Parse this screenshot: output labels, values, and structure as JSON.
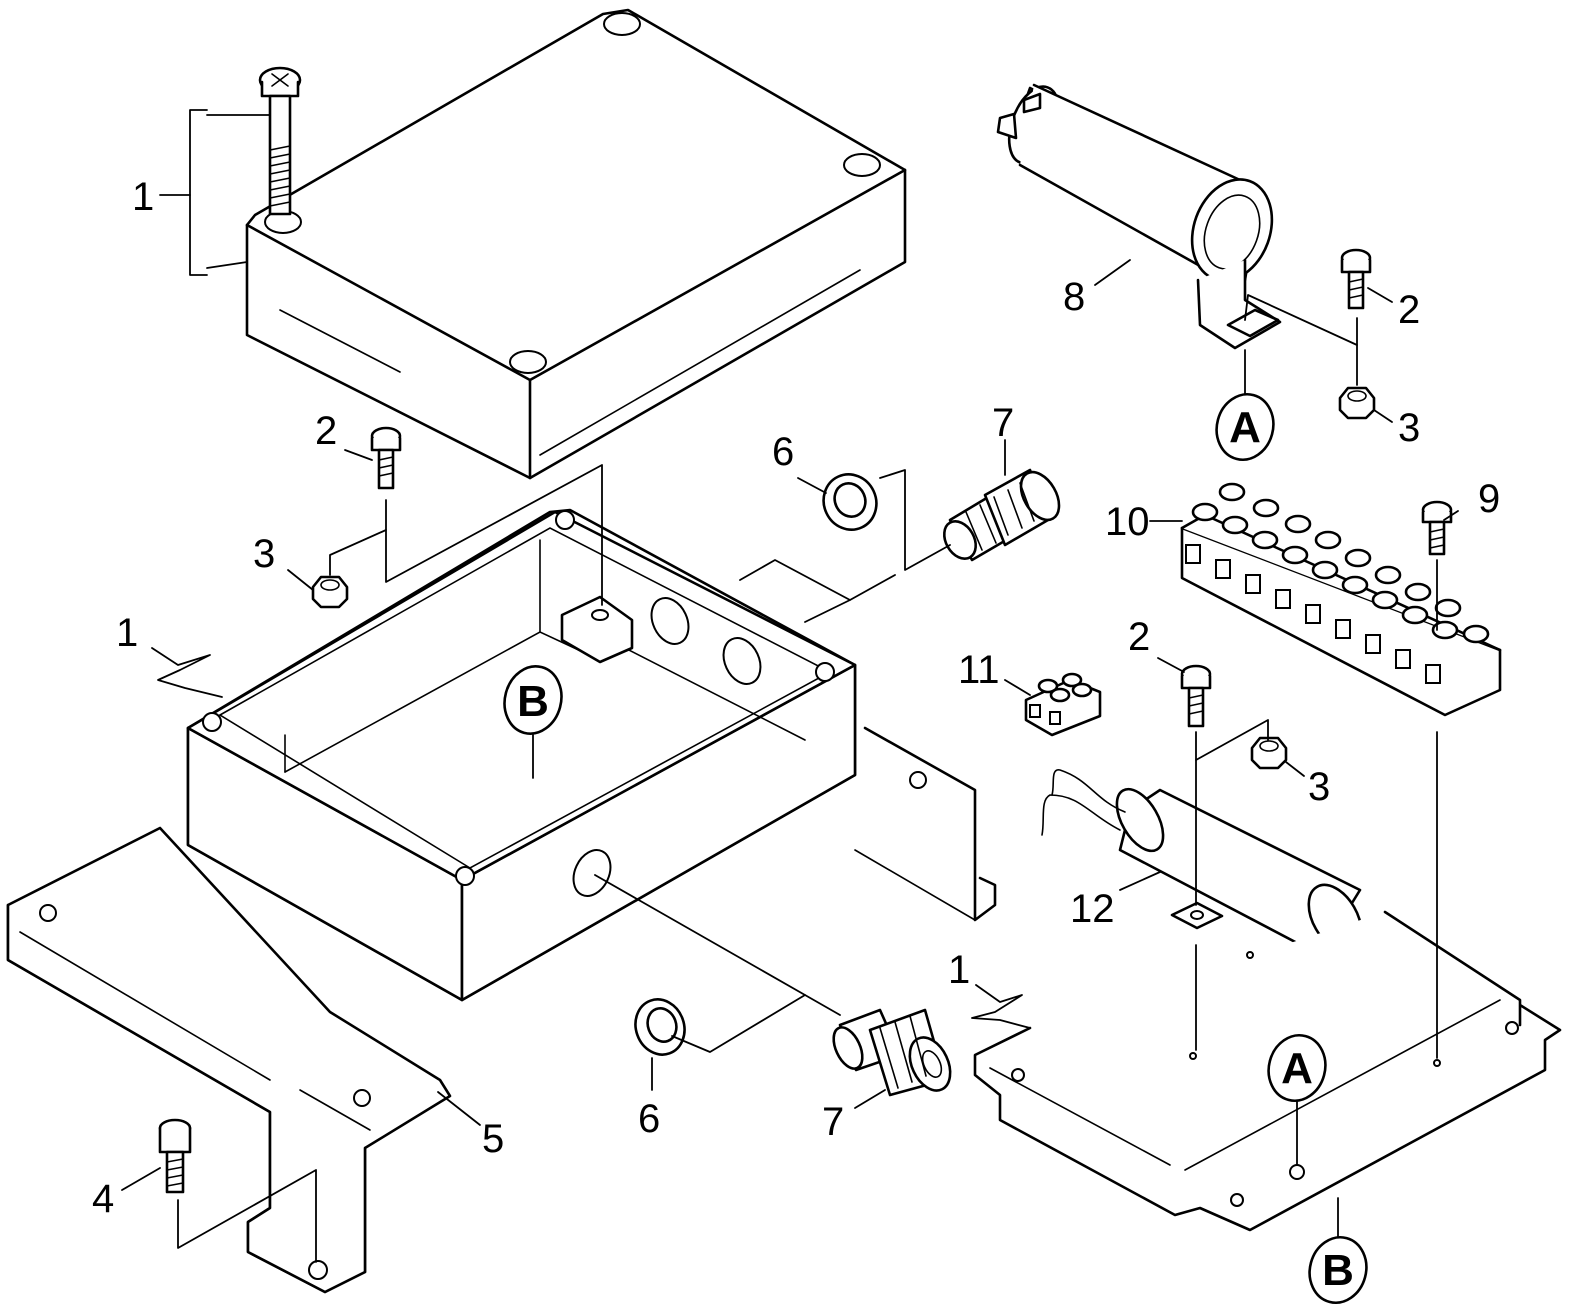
{
  "callouts": {
    "c1a": "1",
    "c1b": "1",
    "c1c": "1",
    "c2a": "2",
    "c2b": "2",
    "c2c": "2",
    "c3a": "3",
    "c3b": "3",
    "c3c": "3",
    "c4": "4",
    "c5": "5",
    "c6a": "6",
    "c6b": "6",
    "c7a": "7",
    "c7b": "7",
    "c8": "8",
    "c9": "9",
    "c10": "10",
    "c11": "11",
    "c12": "12"
  },
  "reference_badges": {
    "a_top": "A",
    "a_board": "A",
    "b_housing": "B",
    "b_board": "B"
  }
}
